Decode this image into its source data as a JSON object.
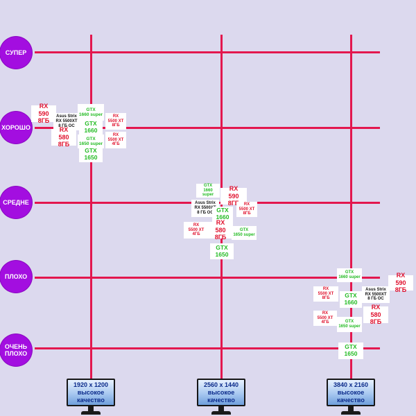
{
  "ratings": [
    "СУПЕР",
    "ХОРОШО",
    "СРЕДНЕ",
    "ПЛОХО",
    "ОЧЕНЬ\nПЛОХО"
  ],
  "resolutions": [
    "1920 x 1200\nвысокое\nкачество",
    "2560 x 1440\nвысокое\nкачество",
    "3840 x 2160\nвысокое\nкачество"
  ],
  "cards": [
    "RX\n590 8ГБ",
    "Asus Strix\nRX 5500XT\n8 ГБ OC",
    "RX\n580 8ГБ",
    "GTX\n1660 super",
    "GTX\n1660",
    "GTX\n1650 super",
    "GTX\n1650",
    "RX\n5500 XT\n8ГБ",
    "RX\n5500 XT\n4ГБ"
  ],
  "colors": {
    "background": "#dcd9ee",
    "grid": "#e3174e",
    "rating": "#a30ee0",
    "rx": "#e0102c",
    "gtx": "#22bb22"
  }
}
